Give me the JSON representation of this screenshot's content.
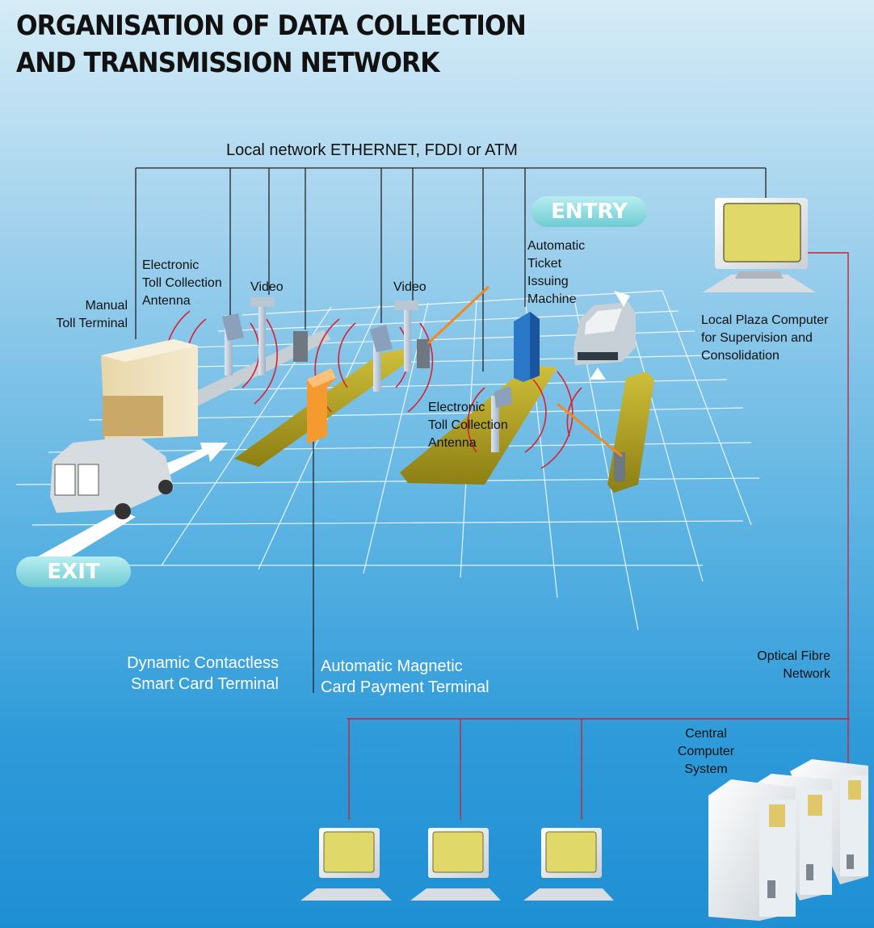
{
  "title": {
    "line1": "ORGANISATION OF DATA COLLECTION",
    "line2": "AND TRANSMISSION NETWORK"
  },
  "labels": {
    "local_network": "Local network ETHERNET, FDDI or ATM",
    "entry": "ENTRY",
    "exit": "EXIT",
    "ticket_machine": "Automatic\nTicket\nIssuing\nMachine",
    "etc_antenna_1": "Electronic\nToll Collection\nAntenna",
    "video_1": "Video",
    "video_2": "Video",
    "manual_toll": "Manual\nToll Terminal",
    "etc_antenna_2": "Electronic\nToll Collection\nAntenna",
    "plaza_computer": "Local Plaza Computer\nfor Supervision and\nConsolidation",
    "smart_card": "Dynamic Contactless\nSmart Card Terminal",
    "magnetic_card": "Automatic Magnetic\nCard Payment Terminal",
    "optical_fibre": "Optical Fibre\nNetwork",
    "central_computer": "Central\nComputer\nSystem"
  },
  "colors": {
    "network_line": "#222222",
    "fibre_line": "#cc2233",
    "island": "#b4a21f",
    "orange_terminal": "#f59a2e",
    "ticket_machine": "#2b78c9",
    "monitor_screen": "#e0d96a",
    "radio_wave": "#dd1f2f"
  }
}
